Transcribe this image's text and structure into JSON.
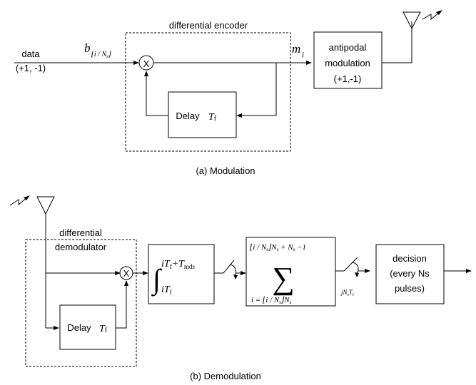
{
  "modulation": {
    "input_label_line1": "data",
    "input_label_line2": "(+1, -1)",
    "symbol_b": "b",
    "symbol_b_sub": "⌊i / N",
    "symbol_b_sub_s": "s",
    "symbol_b_sub_close": "⌋",
    "encoder_label": "differential encoder",
    "multiplier_glyph": "X",
    "delay_label": "Delay",
    "delay_symbol": "T",
    "delay_symbol_sub": "f",
    "output_symbol": "m",
    "output_symbol_sub": "i",
    "antipodal_line1": "antipodal",
    "antipodal_line2": "modulation",
    "antipodal_line3": "(+1,-1)",
    "caption": "(a) Modulation"
  },
  "demodulation": {
    "demod_label_line1": "differential",
    "demod_label_line2": "demodulator",
    "multiplier_glyph": "X",
    "delay_label": "Delay",
    "delay_symbol": "T",
    "delay_symbol_sub": "f",
    "integral_upper_main": "iT",
    "integral_upper_sub": "f",
    "integral_upper_plus": "+T",
    "integral_upper_plus_sub": "mds",
    "integral_lower_main": "iT",
    "integral_lower_sub": "f",
    "sum_upper": "⌊i / N",
    "sum_upper_s": "s",
    "sum_upper_close": "⌋N",
    "sum_upper_s2": "s",
    "sum_upper_rest": " + N",
    "sum_upper_s3": "s",
    "sum_upper_tail": " −1",
    "sum_lower": "i = ⌊i / N",
    "sum_lower_s": "s",
    "sum_lower_close": "⌋N",
    "sum_lower_s2": "s",
    "sampler_label": "jN",
    "sampler_label_sub": "s",
    "sampler_label_t": "T",
    "sampler_label_t_sub": "f",
    "decision_line1": "decision",
    "decision_line2": "(every Ns",
    "decision_line3": "pulses)",
    "caption": "(b) Demodulation"
  }
}
